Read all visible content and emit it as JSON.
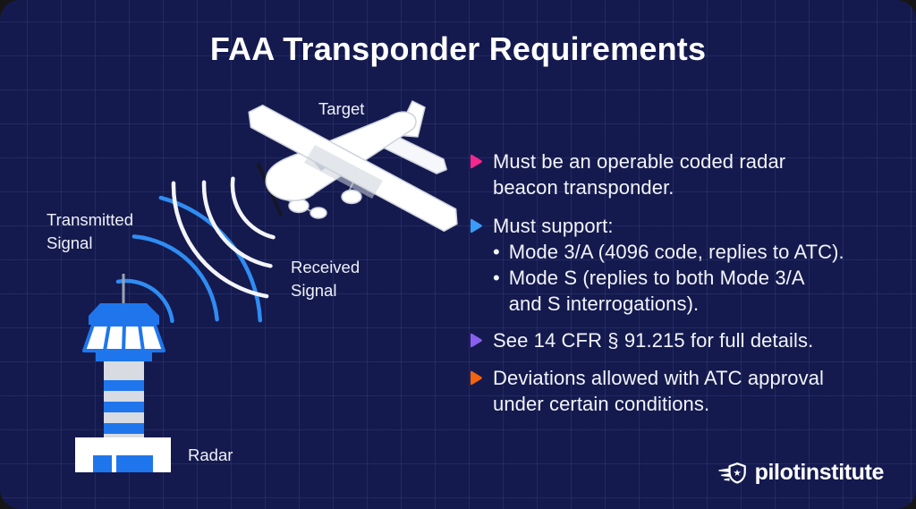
{
  "canvas": {
    "background": "#141a4e",
    "grid_line": "rgba(122,142,232,0.13)"
  },
  "title": "FAA Transponder Requirements",
  "diagram": {
    "target_label": "Target",
    "transmitted_signal_label": "Transmitted\nSignal",
    "received_signal_label": "Received\nSignal",
    "radar_label": "Radar",
    "signal_blue": "#2f8cf3",
    "signal_white": "#f2f4f8",
    "tower_blue": "#1f76ec"
  },
  "requirements": {
    "sub_marker": "•",
    "items": [
      {
        "arrow_color": "#f7278d",
        "text": "Must be an operable coded radar\nbeacon transponder."
      },
      {
        "arrow_color": "#3b9cf7",
        "text": "Must support:",
        "sub": [
          "Mode 3/A (4096 code, replies to ATC).",
          "Mode S (replies to both Mode 3/A\nand S interrogations)."
        ]
      },
      {
        "arrow_color": "#8a5ff0",
        "text": "See 14 CFR § 91.215 for full details."
      },
      {
        "arrow_color": "#f3640d",
        "text": "Deviations allowed with ATC approval\nunder certain conditions."
      }
    ]
  },
  "logo": {
    "name": "pilotinstitute"
  }
}
